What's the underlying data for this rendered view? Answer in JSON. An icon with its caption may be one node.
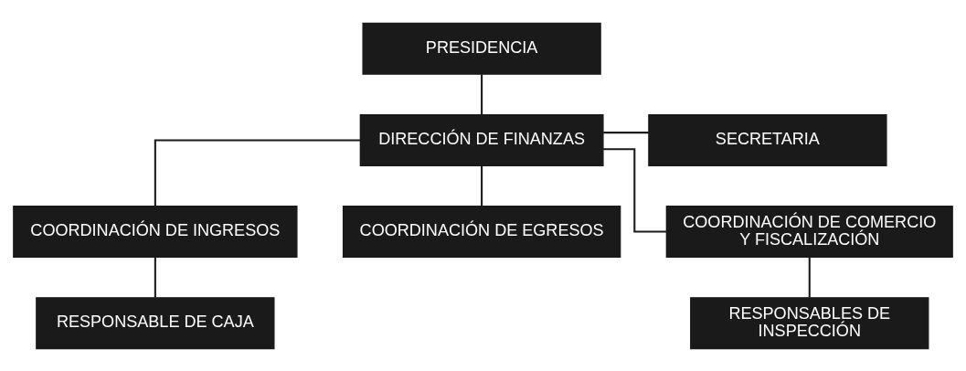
{
  "diagram": {
    "nodes": [
      {
        "text": [
          "PRESIDENCIA"
        ]
      },
      {
        "text": [
          "DIRECCIÓN DE FINANZAS"
        ]
      },
      {
        "text": [
          "SECRETARIA"
        ]
      },
      {
        "text": [
          "COORDINACIÓN DE INGRESOS"
        ]
      },
      {
        "text": [
          "COORDINACIÓN DE EGRESOS"
        ]
      },
      {
        "text": [
          "COORDINACIÓN DE COMERCIO Y FISCALIZACIÓN"
        ]
      },
      {
        "text": [
          "RESPONSABLE DE CAJA"
        ]
      },
      {
        "text": [
          "RESPONSABLES DE INSPECCIÓN"
        ]
      }
    ],
    "edges": [
      {
        "from": 0,
        "to": 1,
        "arrow": "none"
      },
      {
        "from": 1,
        "to": 2,
        "arrow": "none"
      },
      {
        "from": 1,
        "to": 3,
        "arrow": "none"
      },
      {
        "from": 1,
        "to": 4,
        "arrow": "none"
      },
      {
        "from": 1,
        "to": 5,
        "arrow": "none"
      },
      {
        "from": 3,
        "to": 6,
        "arrow": "none"
      },
      {
        "from": 5,
        "to": 7,
        "arrow": "none"
      }
    ]
  }
}
